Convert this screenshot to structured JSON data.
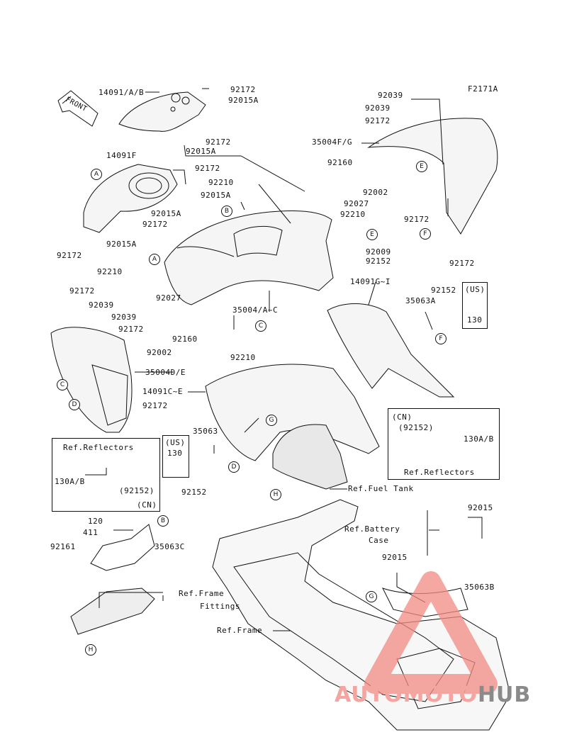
{
  "diagram_code": "F2171A",
  "front_label": "FRONT",
  "part_numbers": {
    "p14091ab": "14091/A/B",
    "p14091f": "14091F",
    "p14091gi": "14091G~I",
    "p14091ce": "14091C~E",
    "p35004fg": "35004F/G",
    "p35004ac": "35004/A~C",
    "p35004de": "35004D/E",
    "p35063a": "35063A",
    "p35063": "35063",
    "p35063b": "35063B",
    "p35063c": "35063C",
    "p92172": "92172",
    "p92015a": "92015A",
    "p92039": "92039",
    "p92210": "92210",
    "p92160": "92160",
    "p92002": "92002",
    "p92027": "92027",
    "p92009": "92009",
    "p92152": "92152",
    "p92152p": "(92152)",
    "p92015": "92015",
    "p92161": "92161",
    "p120": "120",
    "p411": "411",
    "p130": "130",
    "p130ab": "130A/B"
  },
  "region_tags": {
    "us": "(US)",
    "cn": "(CN)"
  },
  "references": {
    "reflectors": "Ref.Reflectors",
    "fuel_tank": "Ref.Fuel Tank",
    "battery_case_1": "Ref.Battery",
    "battery_case_2": "Case",
    "frame_fittings_1": "Ref.Frame",
    "frame_fittings_2": "Fittings",
    "frame": "Ref.Frame"
  },
  "callouts": {
    "a": "A",
    "b": "B",
    "c": "C",
    "d": "D",
    "e": "E",
    "f": "F",
    "g": "G",
    "h": "H"
  },
  "watermark": {
    "part1": "AUTOMOTO",
    "part2": "HUB",
    "color1": "#f4a5a0",
    "color2": "#8a8a8a"
  }
}
